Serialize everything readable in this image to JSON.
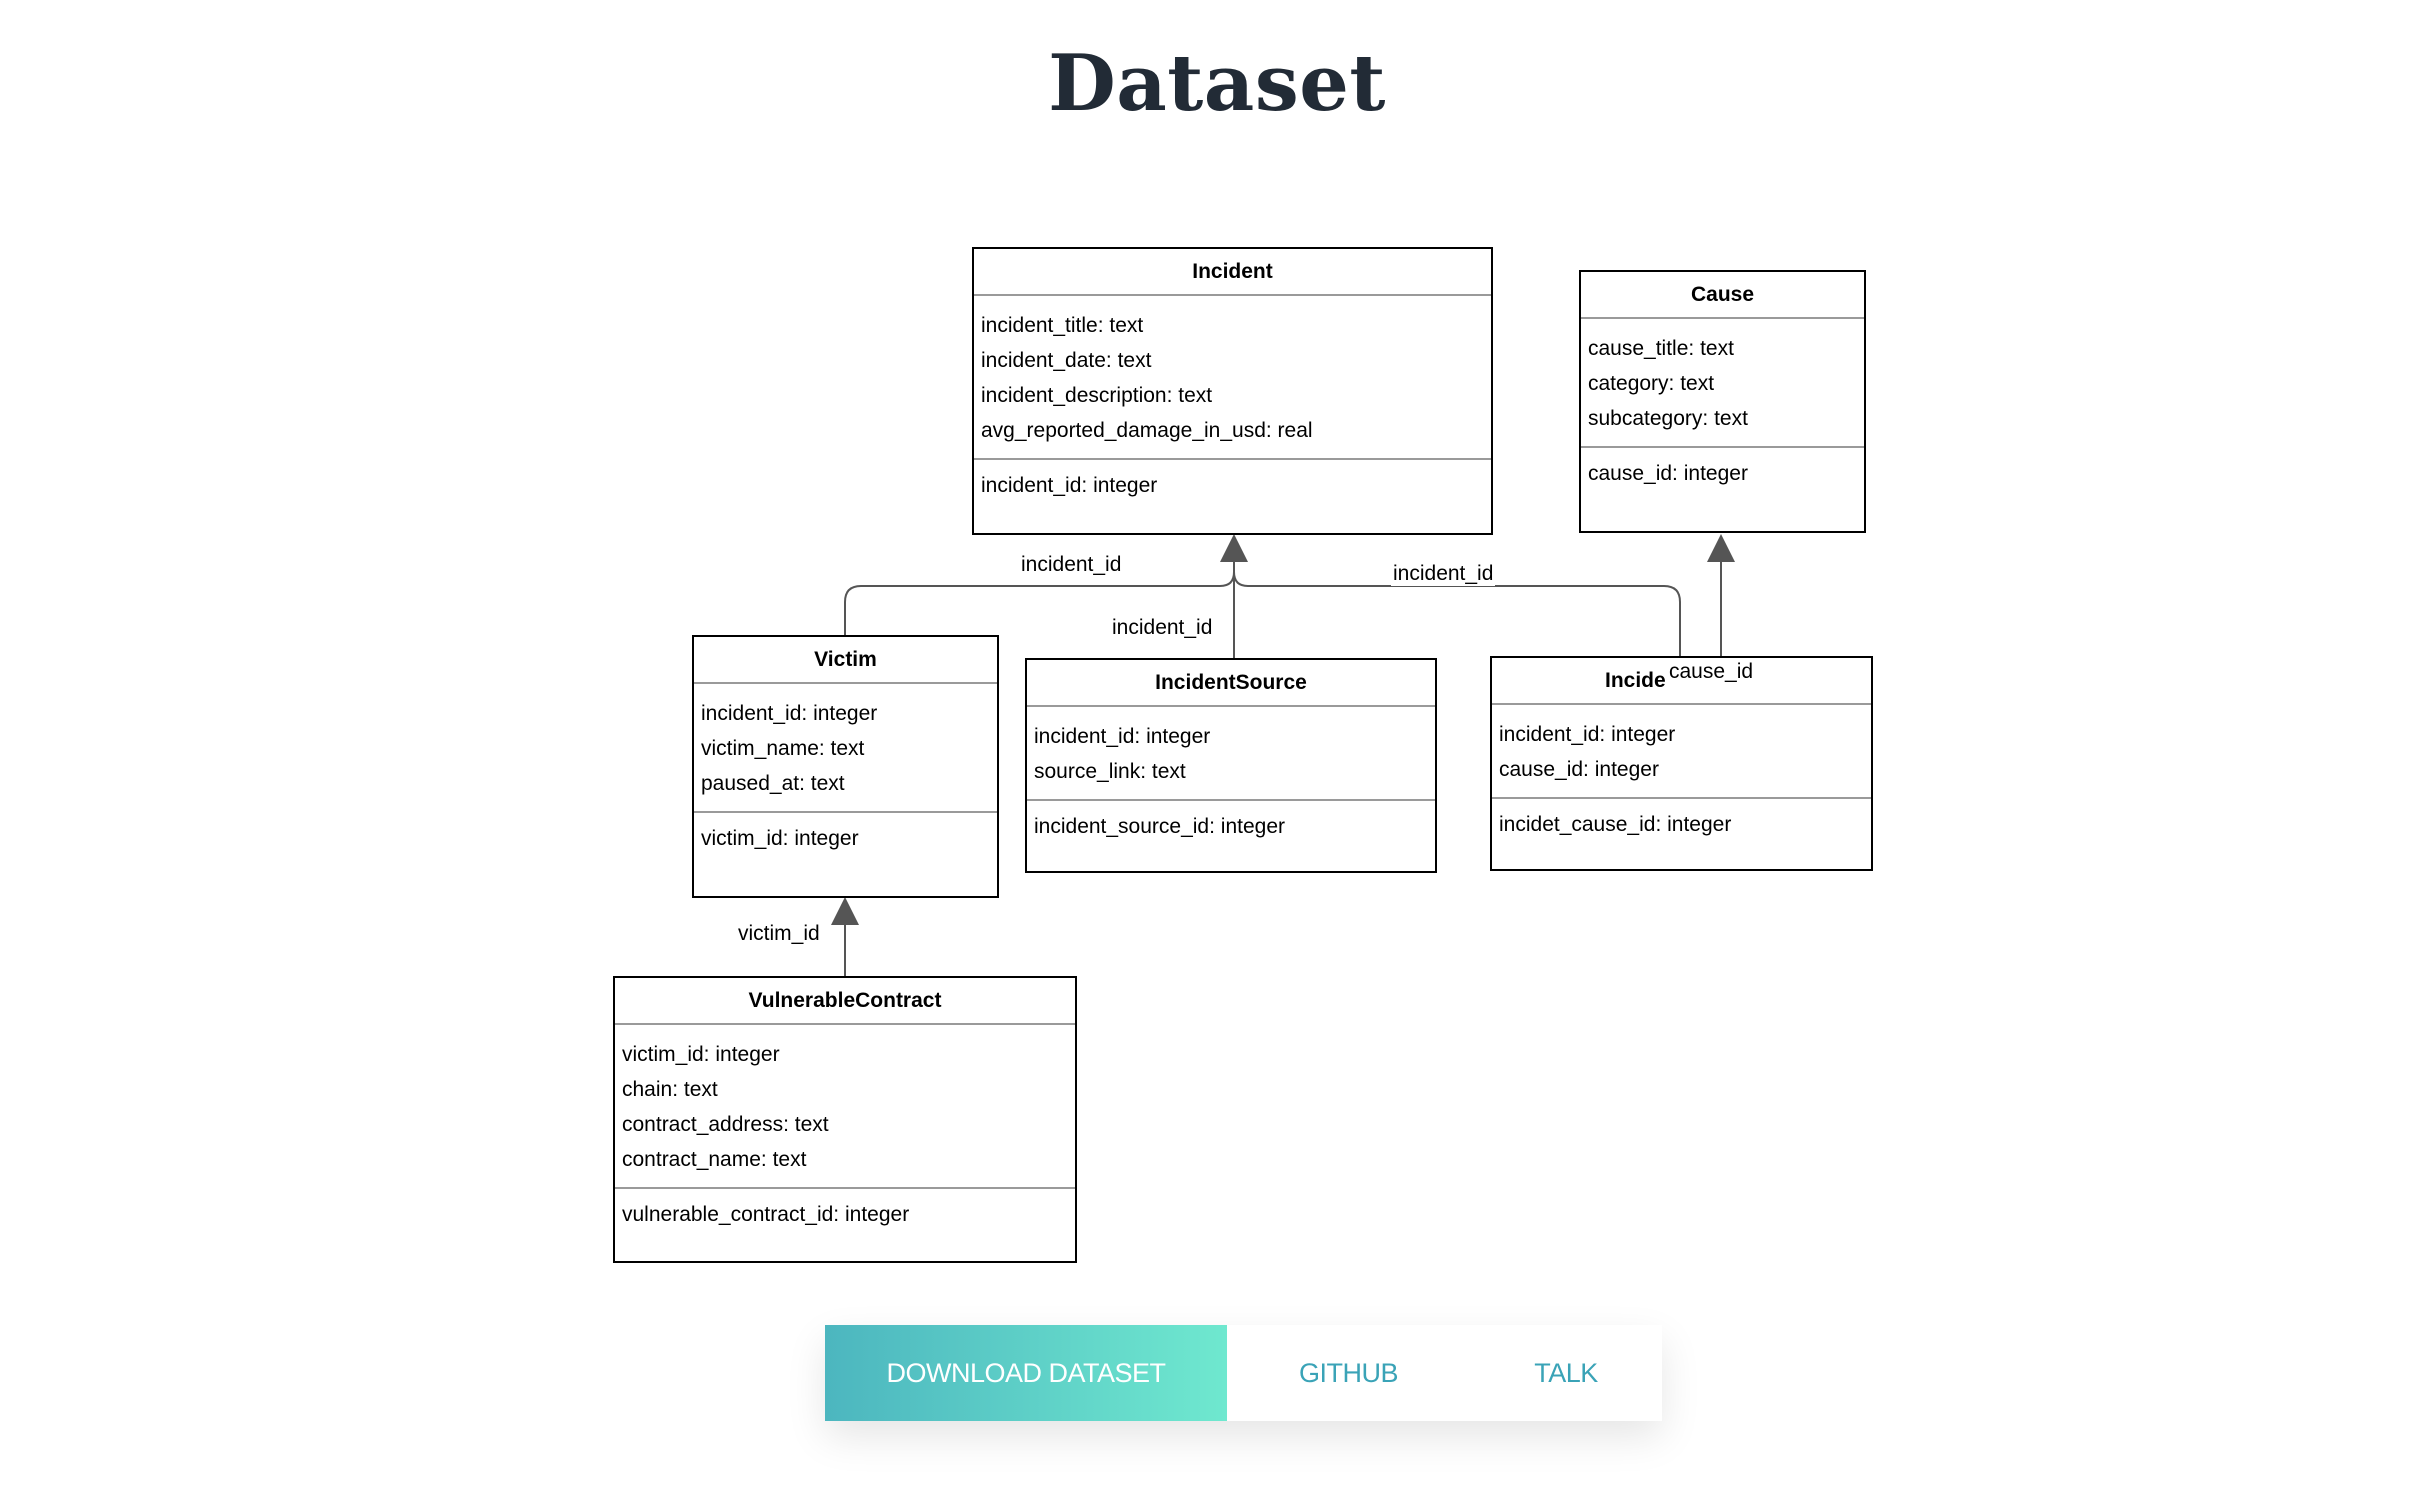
{
  "page": {
    "title": "Dataset"
  },
  "entities": {
    "incident": {
      "name": "Incident",
      "attributes": [
        "incident_title: text",
        "incident_date: text",
        "incident_description: text",
        "avg_reported_damage_in_usd: real"
      ],
      "key": "incident_id: integer"
    },
    "cause": {
      "name": "Cause",
      "attributes": [
        "cause_title: text",
        "category: text",
        "subcategory: text"
      ],
      "key": "cause_id: integer"
    },
    "victim": {
      "name": "Victim",
      "attributes": [
        "incident_id: integer",
        "victim_name: text",
        "paused_at: text"
      ],
      "key": "victim_id: integer"
    },
    "incident_source": {
      "name": "IncidentSource",
      "attributes": [
        "incident_id: integer",
        "source_link: text"
      ],
      "key": "incident_source_id: integer"
    },
    "incident_cause": {
      "name": "Incide",
      "attributes": [
        "incident_id: integer",
        "cause_id: integer"
      ],
      "key": "incidet_cause_id: integer"
    },
    "vulnerable_contract": {
      "name": "VulnerableContract",
      "attributes": [
        "victim_id: integer",
        "chain: text",
        "contract_address: text",
        "contract_name: text"
      ],
      "key": "vulnerable_contract_id: integer"
    }
  },
  "relations": {
    "victim_incident": "incident_id",
    "source_incident": "incident_id",
    "cause_incident": "incident_id",
    "incidentcause_cause": "cause_id",
    "contract_victim": "victim_id"
  },
  "buttons": {
    "download": "DOWNLOAD DATASET",
    "github": "GITHUB",
    "talk": "TALK"
  }
}
